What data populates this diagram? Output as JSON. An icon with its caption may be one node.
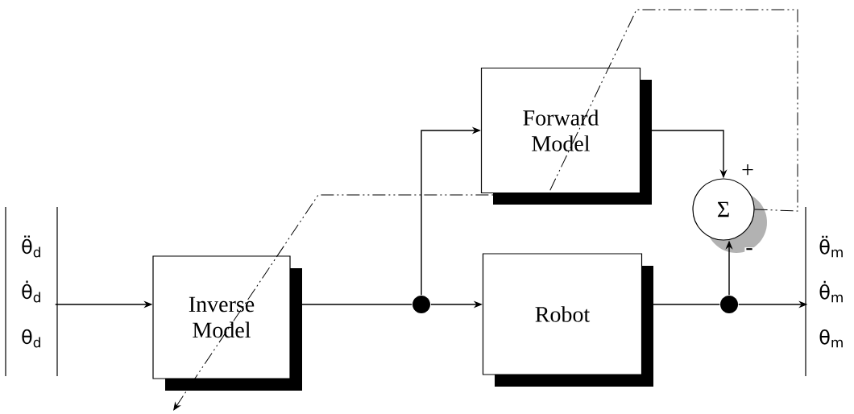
{
  "diagram": {
    "nodes": [
      {
        "text": [
          "θ̈$_{d}$",
          "θ̇$_{d}$",
          "θ$_{d}$"
        ]
      },
      {
        "text": [
          "Inverse Model"
        ]
      },
      {
        "text": [],
        "shape": "circle"
      },
      {
        "text": [
          "Forward Model"
        ]
      },
      {
        "text": [
          "Robot"
        ]
      },
      {
        "text": [
          "Σ"
        ]
      },
      {
        "text": [],
        "shape": "circle"
      },
      {
        "text": [
          "θ̈$_{m}$",
          "θ̇$_{m}$",
          "θ$_{m}$"
        ]
      }
    ],
    "edges": [
      {
        "from": 0,
        "to": 1,
        "arrow": "to"
      },
      {
        "from": 1,
        "to": 2,
        "arrow": "none"
      },
      {
        "from": 2,
        "to": 4,
        "arrow": "to"
      },
      {
        "from": 2,
        "to": 3,
        "arrow": "to"
      },
      {
        "from": 3,
        "to": 5,
        "arrow": "to",
        "label": "+"
      },
      {
        "from": 4,
        "to": 6,
        "arrow": "none"
      },
      {
        "from": 6,
        "to": 7,
        "arrow": "to"
      },
      {
        "from": 6,
        "to": 5,
        "arrow": "to",
        "label": "-"
      },
      {
        "from": 5,
        "to": null,
        "arrow": "to",
        "style": "dashed"
      }
    ]
  }
}
